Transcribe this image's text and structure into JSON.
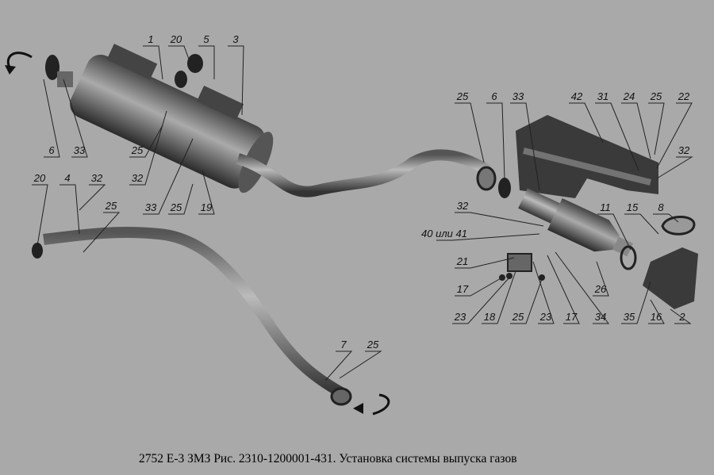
{
  "caption": "2752 Е-3 ЗМЗ Рис. 2310-1200001-431. Установка системы выпуска газов",
  "callouts": {
    "left": [
      "1",
      "20",
      "5",
      "3",
      "6",
      "33",
      "25",
      "32",
      "33",
      "25",
      "19",
      "20",
      "4",
      "32",
      "25",
      "7",
      "25"
    ],
    "right": [
      "25",
      "6",
      "33",
      "42",
      "31",
      "24",
      "25",
      "22",
      "32",
      "32",
      "40 или 41",
      "11",
      "15",
      "8",
      "21",
      "17",
      "26",
      "23",
      "18",
      "25",
      "23",
      "17",
      "34",
      "35",
      "16",
      "2"
    ]
  },
  "colors": {
    "background": "#a9a9a9",
    "part_dark": "#333333",
    "part_mid": "#6a6a6a",
    "part_light": "#9a9a9a"
  }
}
